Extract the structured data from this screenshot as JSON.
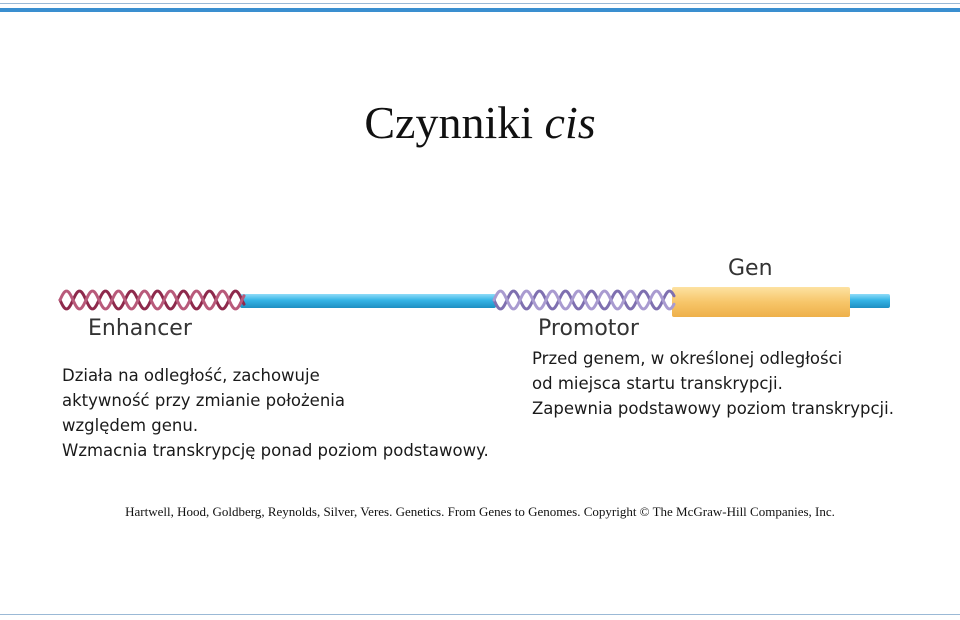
{
  "title": {
    "main": "Czynniki",
    "italic": "cis"
  },
  "labels": {
    "enhancer": "Enhancer",
    "promoter": "Promotor",
    "gene": "Gen"
  },
  "enhancer_desc": [
    "Działa na odległość, zachowuje",
    "aktywność przy zmianie położenia",
    "względem genu.",
    "Wzmacnia transkrypcję ponad poziom podstawowy."
  ],
  "promoter_desc": [
    "Przed genem, w określonej odległości",
    "od miejsca startu transkrypcji.",
    "Zapewnia podstawowy poziom transkrypcji."
  ],
  "citation": "Hartwell, Hood, Goldberg, Reynolds, Silver, Veres. Genetics. From Genes to Genomes. Copyright © The McGraw-Hill Companies, Inc.",
  "colors": {
    "enhancer_helix": "#8e2a4c",
    "promoter_helix": "#8c7db8",
    "dna_bar": "#34b4e6",
    "gene_box": "#f7c66a",
    "accent_rule": "#3a8fd0"
  }
}
